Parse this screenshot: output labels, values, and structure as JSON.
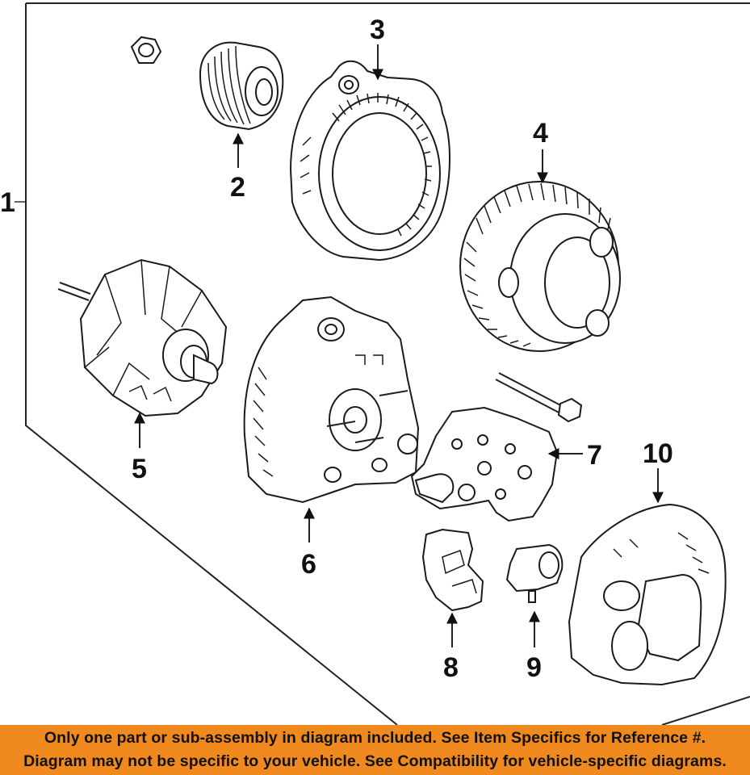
{
  "callouts": {
    "c1": "1",
    "c2": "2",
    "c3": "3",
    "c4": "4",
    "c5": "5",
    "c6": "6",
    "c7": "7",
    "c8": "8",
    "c9": "9",
    "c10": "10"
  },
  "banner": {
    "line1": "Only one part or sub-assembly in diagram included. See Item Specifics for Reference #.",
    "line2": "Diagram may not be specific to your vehicle. See Compatibility for vehicle-specific diagrams."
  },
  "colors": {
    "banner_bg": "#f08a1e",
    "line": "#222222",
    "background": "#ffffff"
  }
}
